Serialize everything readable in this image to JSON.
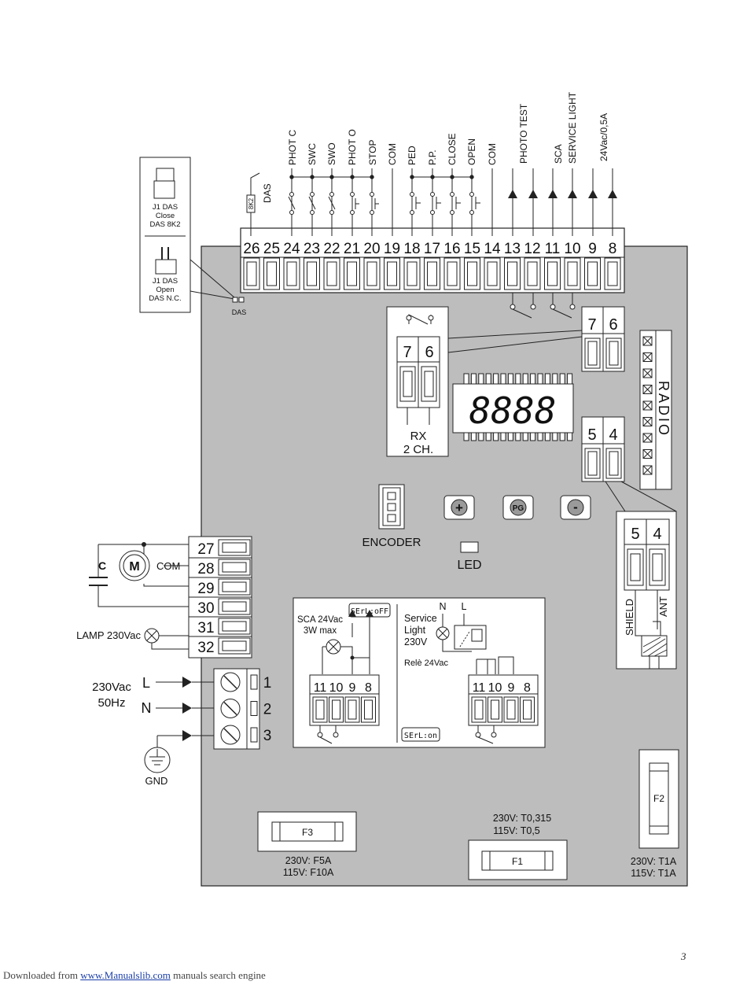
{
  "top_labels": [
    {
      "text": "DAS"
    },
    {
      "text": "PHOT C"
    },
    {
      "text": "SWC"
    },
    {
      "text": "SWO"
    },
    {
      "text": "PHOT O"
    },
    {
      "text": "STOP"
    },
    {
      "text": "COM"
    },
    {
      "text": "PED"
    },
    {
      "text": "P.P."
    },
    {
      "text": "CLOSE"
    },
    {
      "text": "OPEN"
    },
    {
      "text": "COM"
    },
    {
      "text": "PHOTO TEST"
    },
    {
      "text": "SCA"
    },
    {
      "text": "SERVICE LIGHT"
    },
    {
      "text": "24Vac/0,5A"
    }
  ],
  "resistor_label": "8K2",
  "terminals_top": [
    "26",
    "25",
    "24",
    "23",
    "22",
    "21",
    "20",
    "19",
    "18",
    "17",
    "16",
    "15",
    "14",
    "13",
    "12",
    "11",
    "10",
    "9",
    "8"
  ],
  "jumper_box": {
    "close": [
      "J1 DAS",
      "Close",
      "DAS 8K2"
    ],
    "open": [
      "J1 DAS",
      "Open",
      "DAS N.C."
    ]
  },
  "das_label": "DAS",
  "rx": {
    "t1": "7",
    "t2": "6",
    "label1": "RX",
    "label2": "2 CH."
  },
  "right_76": {
    "t1": "7",
    "t2": "6"
  },
  "right_54": {
    "t1": "5",
    "t2": "4"
  },
  "display_text": "8888",
  "radio_label": "RADIO",
  "buttons": {
    "plus": "+",
    "pg": "PG",
    "minus": "-"
  },
  "encoder_label": "ENCODER",
  "led_label": "LED",
  "motor": {
    "c": "C",
    "m": "M",
    "com": "COM",
    "lamp": "LAMP 230Vac"
  },
  "terminals_left": [
    "27",
    "28",
    "29",
    "30",
    "31",
    "32"
  ],
  "power": {
    "volt": "230Vac",
    "hz": "50Hz",
    "l": "L",
    "n": "N",
    "gnd": "GND",
    "terms": [
      "1",
      "2",
      "3"
    ]
  },
  "sca_box": {
    "badge_off": "SErL:oFF",
    "badge_on": "SErL:on",
    "sca1": "SCA 24Vac",
    "sca2": "3W max",
    "svc1": "Service",
    "svc2": "Light",
    "svc3": "230V",
    "n": "N",
    "l": "L",
    "rele": "Relè 24Vac",
    "terms": [
      "11",
      "10",
      "9",
      "8"
    ]
  },
  "antenna": {
    "t1": "5",
    "t2": "4",
    "shield": "SHIELD",
    "ant": "ANT"
  },
  "fuses": {
    "f1": {
      "name": "F1",
      "l1": "230V: T0,315",
      "l2": "115V: T0,5"
    },
    "f2": {
      "name": "F2",
      "l1": "230V: T1A",
      "l2": "115V: T1A"
    },
    "f3": {
      "name": "F3",
      "l1": "230V: F5A",
      "l2": "115V: F10A"
    }
  },
  "page_number": "3",
  "footer": {
    "prefix": "Downloaded from ",
    "link": "www.Manualslib.com",
    "suffix": " manuals search engine"
  }
}
